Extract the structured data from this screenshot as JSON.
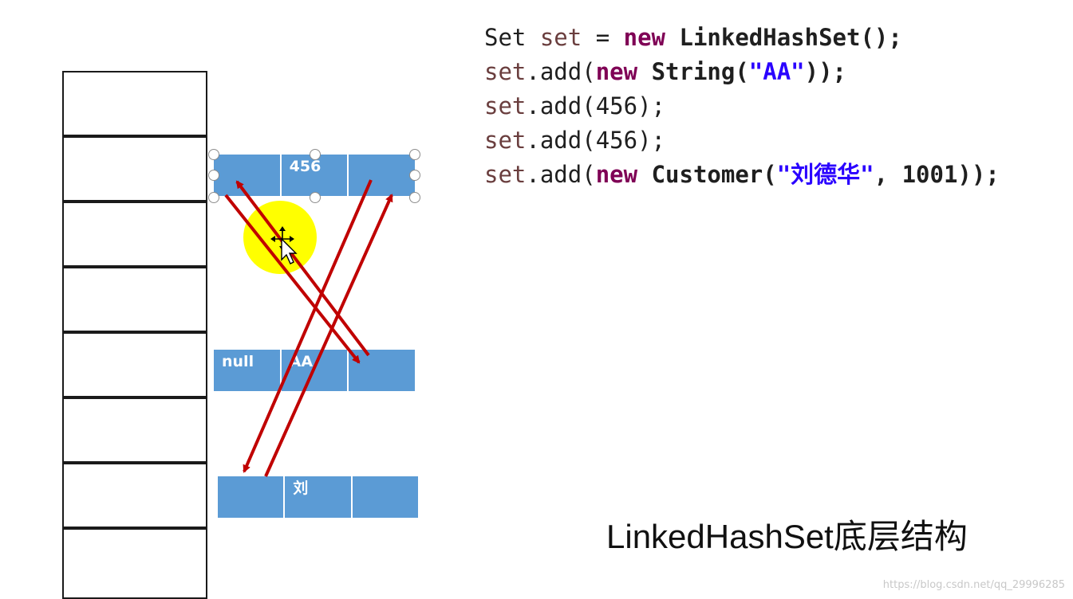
{
  "code_lines": [
    [
      {
        "text": "Set ",
        "cls": ""
      },
      {
        "text": "set",
        "cls": "var"
      },
      {
        "text": " = ",
        "cls": ""
      },
      {
        "text": "new",
        "cls": "kw"
      },
      {
        "text": " ",
        "cls": ""
      },
      {
        "text": "LinkedHashSet",
        "cls": "cls"
      },
      {
        "text": "();",
        "cls": "cls"
      }
    ],
    [
      {
        "text": "set",
        "cls": "var"
      },
      {
        "text": ".add(",
        "cls": ""
      },
      {
        "text": "new",
        "cls": "kw"
      },
      {
        "text": " ",
        "cls": ""
      },
      {
        "text": "String",
        "cls": "cls"
      },
      {
        "text": "(",
        "cls": "cls"
      },
      {
        "text": "\"AA\"",
        "cls": "str"
      },
      {
        "text": "));",
        "cls": "cls"
      }
    ],
    [
      {
        "text": "set",
        "cls": "var"
      },
      {
        "text": ".add(456);",
        "cls": ""
      }
    ],
    [
      {
        "text": "set",
        "cls": "var"
      },
      {
        "text": ".add(456);",
        "cls": ""
      }
    ],
    [
      {
        "text": "set",
        "cls": "var"
      },
      {
        "text": ".add(",
        "cls": ""
      },
      {
        "text": "new",
        "cls": "kw"
      },
      {
        "text": " ",
        "cls": ""
      },
      {
        "text": "Customer",
        "cls": "cls"
      },
      {
        "text": "(",
        "cls": "cls"
      },
      {
        "text": "\"刘德华\"",
        "cls": "str"
      },
      {
        "text": ", ",
        "cls": "cls"
      },
      {
        "text": "1001",
        "cls": "num"
      },
      {
        "text": "));",
        "cls": "cls"
      }
    ]
  ],
  "node_456": {
    "cells": [
      "",
      "456",
      ""
    ]
  },
  "node_aa": {
    "cells": [
      "null",
      "AA",
      ""
    ]
  },
  "node_liu": {
    "cells": [
      "",
      "刘",
      ""
    ]
  },
  "caption": "LinkedHashSet底层结构",
  "watermark": "https://blog.csdn.net/qq_29996285",
  "colors": {
    "node_fill": "#5b9bd5",
    "arrow": "#c00000",
    "highlight": "#ffff00"
  }
}
